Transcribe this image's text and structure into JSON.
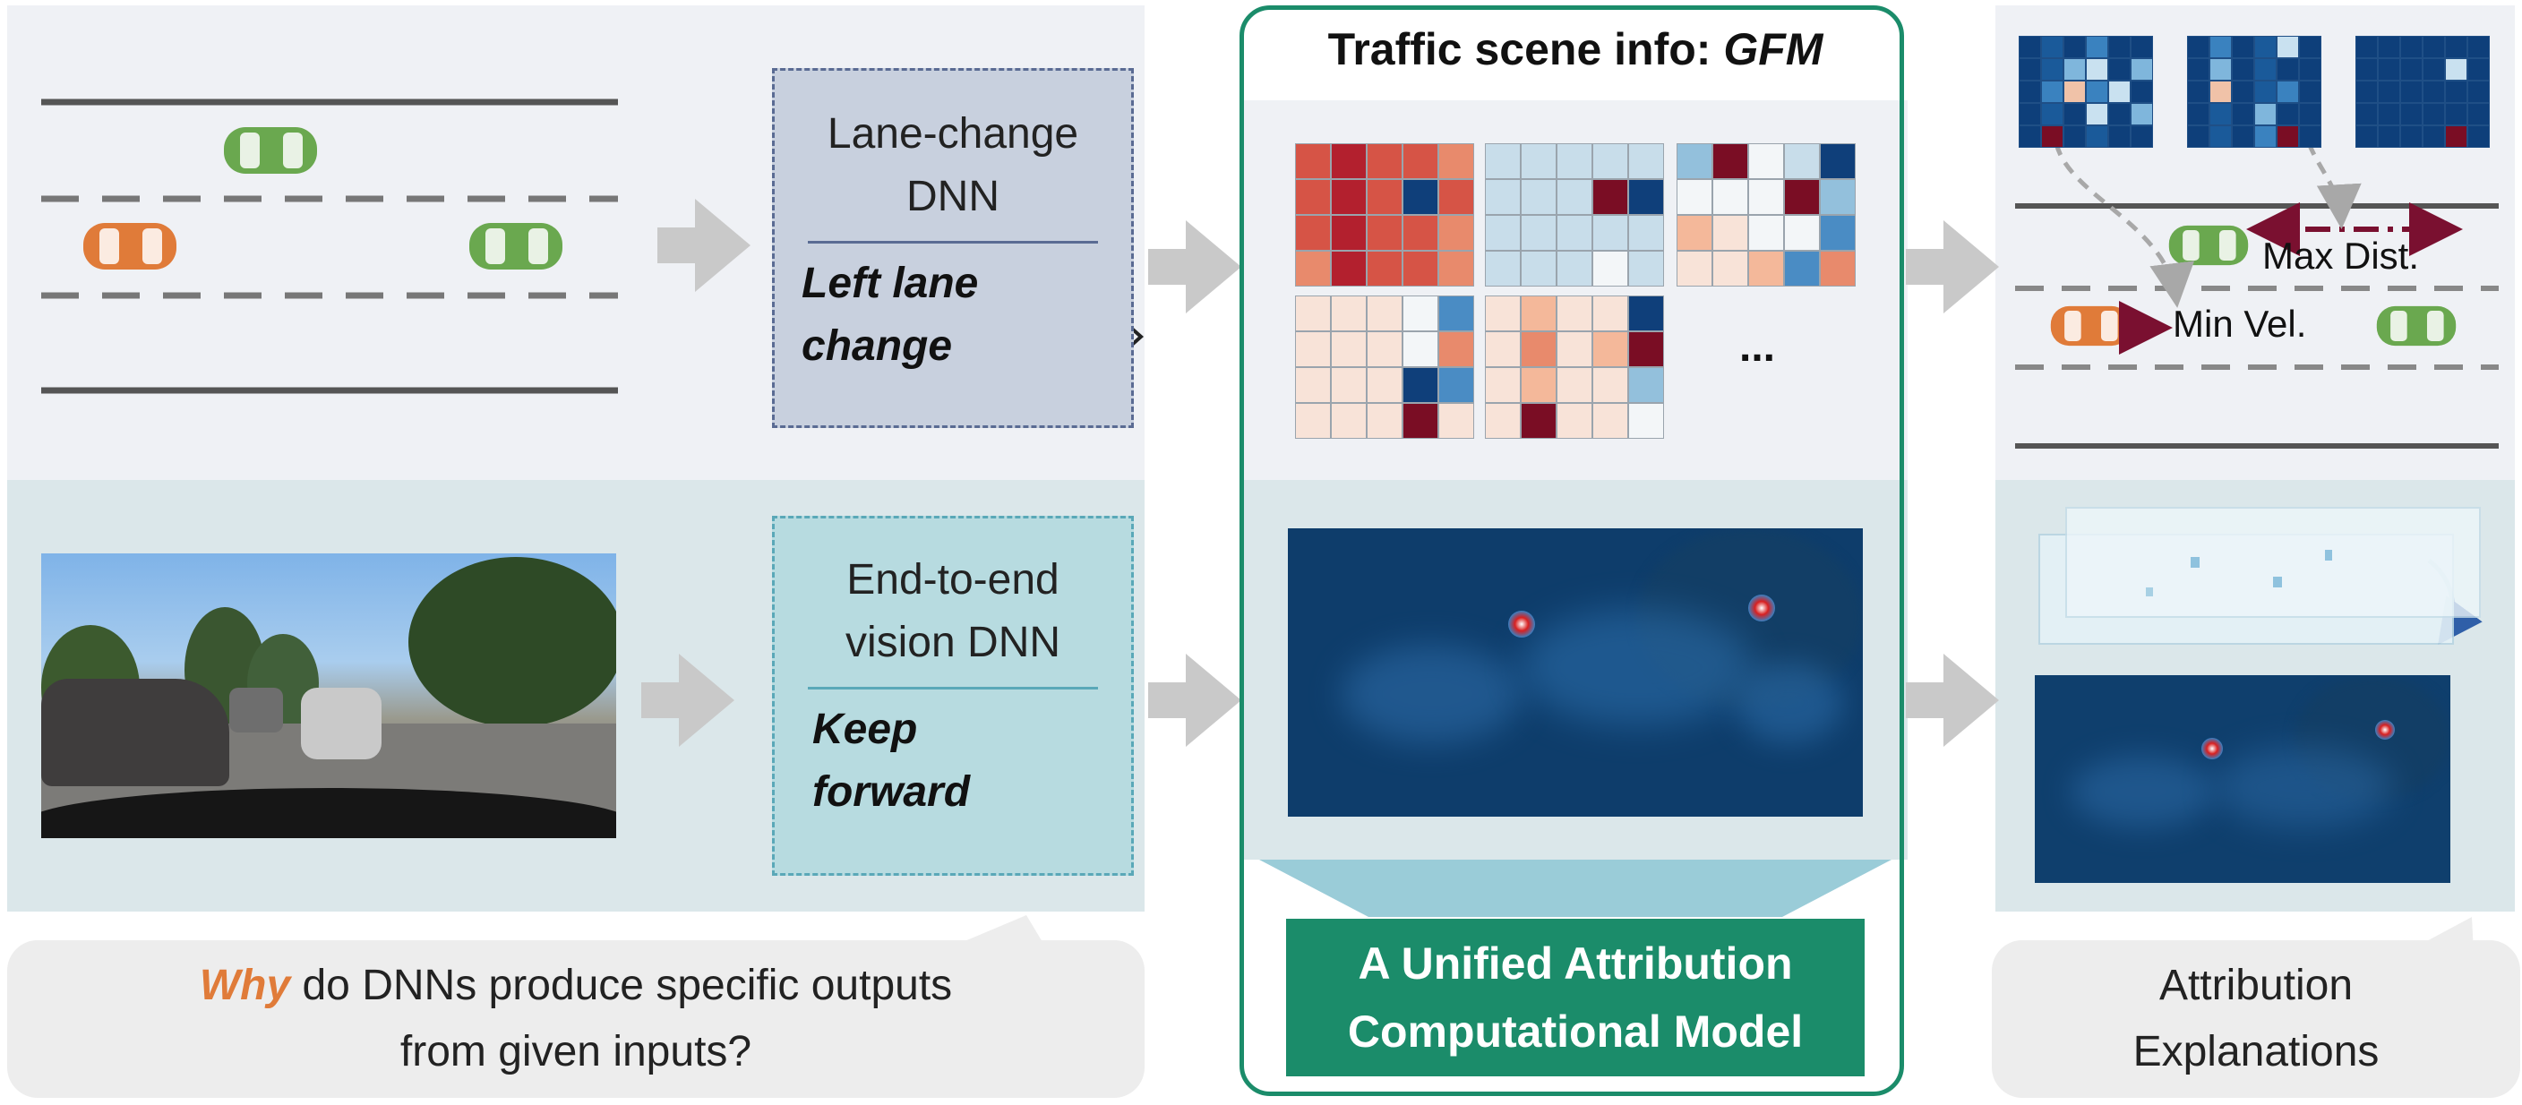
{
  "input_row": {
    "lane_dnn_label_line1": "Lane-change",
    "lane_dnn_label_line2": "DNN",
    "lane_output_line1": "Left lane",
    "lane_output_line2": "change",
    "vision_dnn_label_line1": "End-to-end",
    "vision_dnn_label_line2": "vision DNN",
    "vision_output_line1": "Keep",
    "vision_output_line2": "forward"
  },
  "question": {
    "emphasis": "Why",
    "rest_line1": " do DNNs produce specific outputs",
    "line2": "from given inputs?"
  },
  "center": {
    "title_prefix": "Traffic scene info: ",
    "title_emph": "GFM",
    "ellipsis": "...",
    "model_line1": "A Unified Attribution",
    "model_line2": "Computational Model"
  },
  "right": {
    "max_dist": "Max Dist.",
    "min_vel": "Min Vel.",
    "explanation_line1": "Attribution",
    "explanation_line2": "Explanations"
  },
  "colors": {
    "car_green": "#6aa84f",
    "car_orange": "#e07b39",
    "accent_orange": "#e07b39",
    "frame_green": "#1b8c6a",
    "dark_red": "#7a1030"
  }
}
